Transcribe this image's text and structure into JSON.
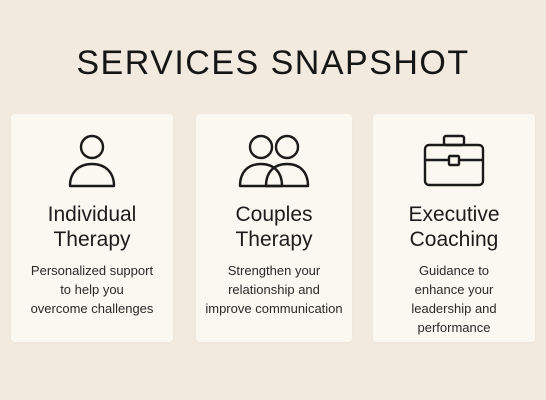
{
  "page": {
    "title": "SERVICES SNAPSHOT"
  },
  "cards": [
    {
      "icon": "person-icon",
      "title_lines": [
        "Individual",
        "Therapy"
      ],
      "desc_lines": [
        "Personalized support",
        "to help you",
        "overcome challenges"
      ]
    },
    {
      "icon": "couple-icon",
      "title_lines": [
        "Couples",
        "Therapy"
      ],
      "desc_lines": [
        "Strengthen your",
        "relationship and",
        "improve communication"
      ]
    },
    {
      "icon": "briefcase-icon",
      "title_lines": [
        "Executive",
        "Coaching"
      ],
      "desc_lines": [
        "Guidance to",
        "enhance your",
        "leadership and",
        "performance"
      ]
    }
  ]
}
